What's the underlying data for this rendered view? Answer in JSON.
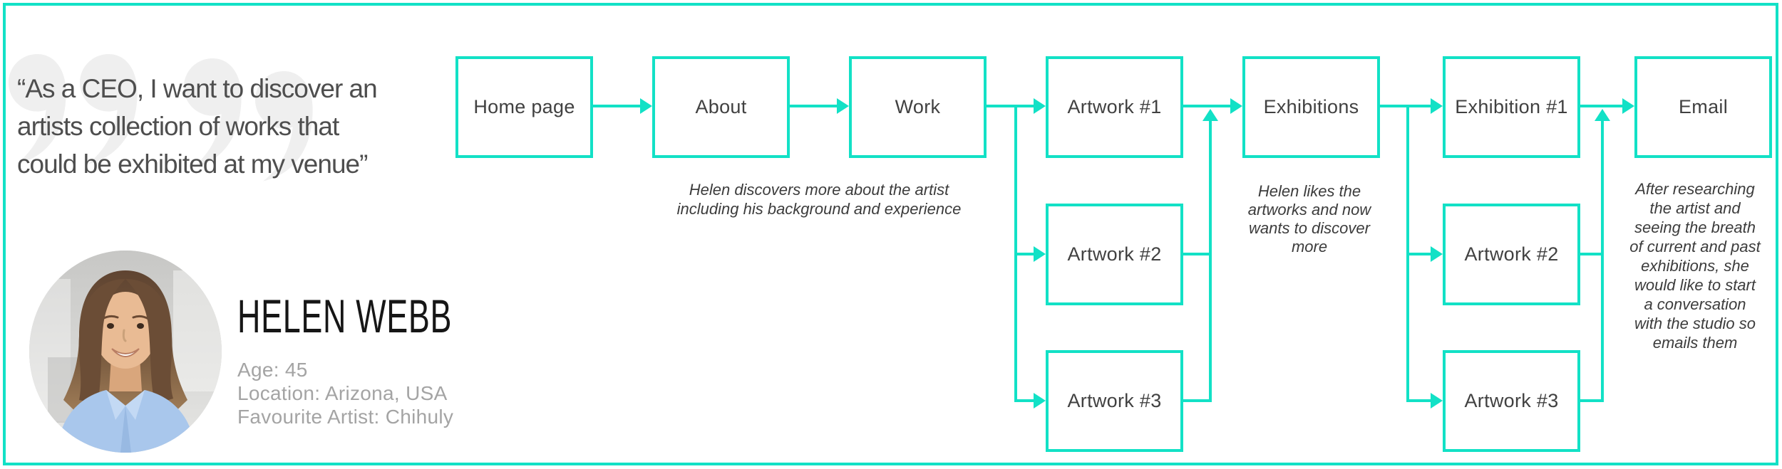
{
  "quote": {
    "lines": [
      "“As a CEO, I want to discover an",
      "artists collection of works that",
      "could be exhibited at my venue”"
    ]
  },
  "persona": {
    "name": "HELEN WEBB",
    "details": [
      "Age: 45",
      "Location: Arizona, USA",
      "Favourite Artist: Chihuly"
    ]
  },
  "flow": {
    "nodes": [
      {
        "label": "Home page"
      },
      {
        "label": "About"
      },
      {
        "label": "Work"
      },
      {
        "label": "Artwork #1"
      },
      {
        "label": "Artwork #2"
      },
      {
        "label": "Artwork #3"
      },
      {
        "label": "Exhibitions"
      },
      {
        "label": "Exhibition #1"
      },
      {
        "label": "Artwork #2"
      },
      {
        "label": "Artwork #3"
      },
      {
        "label": "Email"
      }
    ],
    "annotations": [
      {
        "lines": [
          "Helen discovers more about the artist",
          "including his background and experience"
        ]
      },
      {
        "lines": [
          "Helen likes the",
          "artworks and now",
          "wants to discover",
          "more"
        ]
      },
      {
        "lines": [
          "After researching",
          "the artist and",
          "seeing the breath",
          "of current and past",
          "exhibitions, she",
          "would like to start",
          "a conversation",
          "with the studio so",
          "emails them"
        ]
      }
    ]
  },
  "colors": {
    "accent": "#12E1C6",
    "quote_text": "#4E4E4E",
    "label_text": "#414141",
    "muted_text": "#A4A4A4",
    "decor": "#EFEFEF"
  }
}
